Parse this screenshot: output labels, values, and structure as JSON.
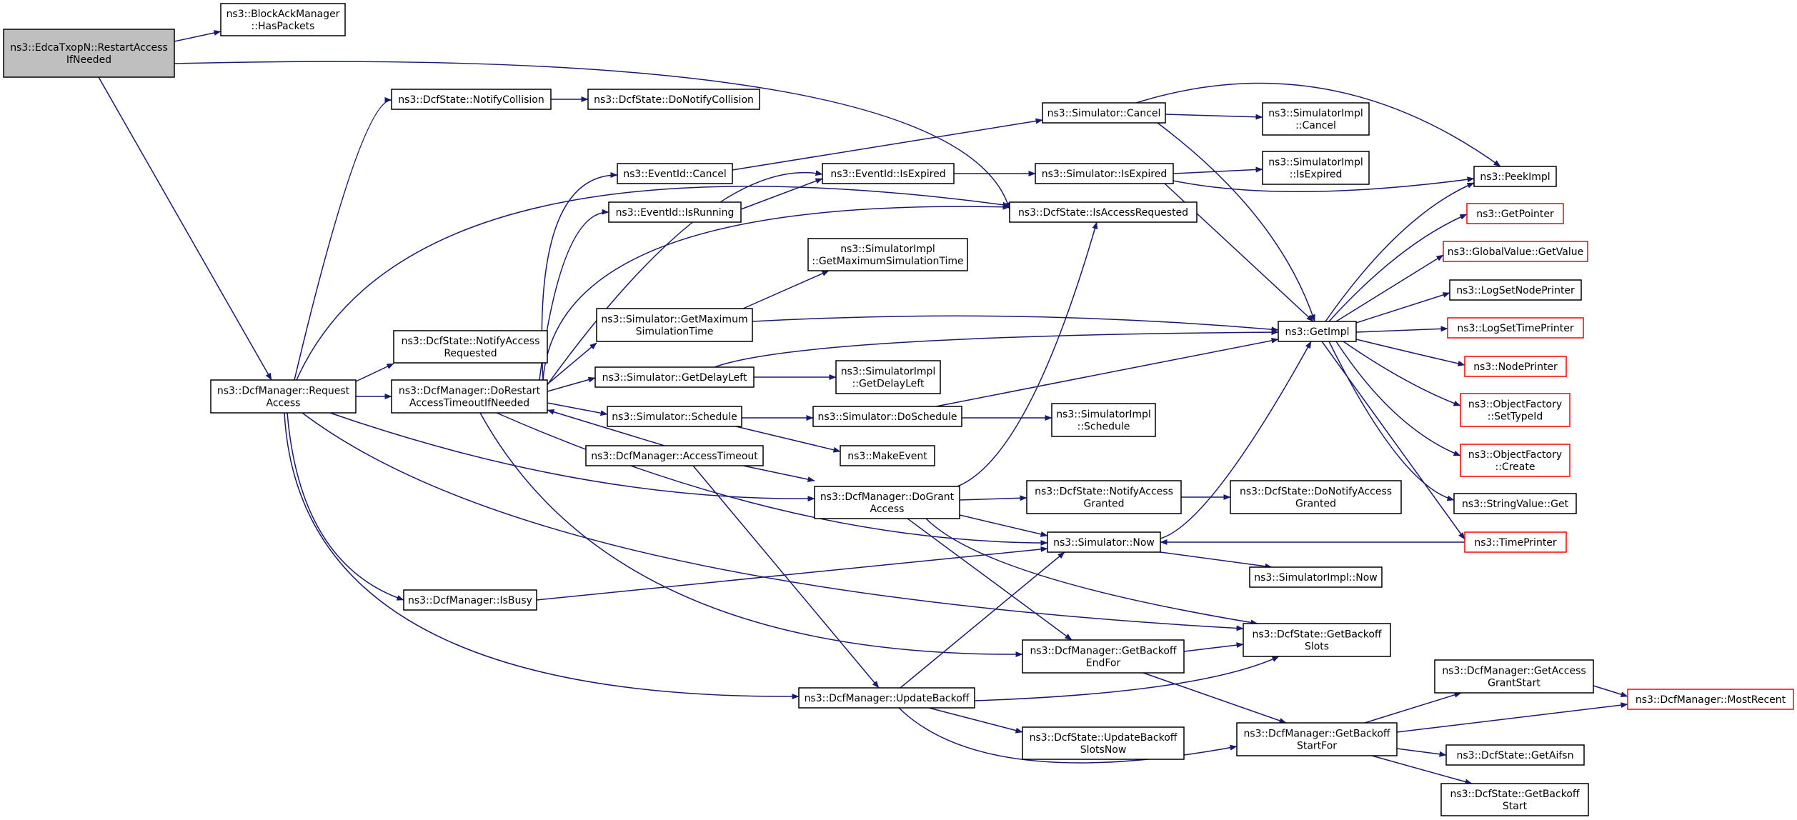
{
  "colors": {
    "edge": "#191970",
    "node_border": "#000000",
    "node_border_truncated": "#ff0000",
    "node_fill": "#ffffff",
    "root_fill": "#bfbfbf"
  },
  "graph": {
    "root": "restart",
    "nodes": [
      {
        "id": "restart",
        "lines": [
          "ns3::EdcaTxopN::RestartAccess",
          "IfNeeded"
        ],
        "root": true
      },
      {
        "id": "hasPackets",
        "lines": [
          "ns3::BlockAckManager",
          "::HasPackets"
        ]
      },
      {
        "id": "reqAccess",
        "lines": [
          "ns3::DcfManager::Request",
          "Access"
        ]
      },
      {
        "id": "notifyColl",
        "lines": [
          "ns3::DcfState::NotifyCollision"
        ]
      },
      {
        "id": "doNotifyColl",
        "lines": [
          "ns3::DcfState::DoNotifyCollision"
        ]
      },
      {
        "id": "isAccessReq",
        "lines": [
          "ns3::DcfState::IsAccessRequested"
        ]
      },
      {
        "id": "notifyAccessReq",
        "lines": [
          "ns3::DcfState::NotifyAccess",
          "Requested"
        ]
      },
      {
        "id": "doRestart",
        "lines": [
          "ns3::DcfManager::DoRestart",
          "AccessTimeoutIfNeeded"
        ]
      },
      {
        "id": "doGrant",
        "lines": [
          "ns3::DcfManager::DoGrant",
          "Access"
        ]
      },
      {
        "id": "isBusy",
        "lines": [
          "ns3::DcfManager::IsBusy"
        ]
      },
      {
        "id": "getBackoffSlots",
        "lines": [
          "ns3::DcfState::GetBackoff",
          "Slots"
        ]
      },
      {
        "id": "updateBackoff",
        "lines": [
          "ns3::DcfManager::UpdateBackoff"
        ]
      },
      {
        "id": "evCancel",
        "lines": [
          "ns3::EventId::Cancel"
        ]
      },
      {
        "id": "evIsRunning",
        "lines": [
          "ns3::EventId::IsRunning"
        ]
      },
      {
        "id": "evIsExpired",
        "lines": [
          "ns3::EventId::IsExpired"
        ]
      },
      {
        "id": "simGetMax",
        "lines": [
          "ns3::Simulator::GetMaximum",
          "SimulationTime"
        ]
      },
      {
        "id": "simGetDelay",
        "lines": [
          "ns3::Simulator::GetDelayLeft"
        ]
      },
      {
        "id": "simSchedule",
        "lines": [
          "ns3::Simulator::Schedule"
        ]
      },
      {
        "id": "accessTimeout",
        "lines": [
          "ns3::DcfManager::AccessTimeout"
        ]
      },
      {
        "id": "simNow",
        "lines": [
          "ns3::Simulator::Now"
        ]
      },
      {
        "id": "getBackoffEndFor",
        "lines": [
          "ns3::DcfManager::GetBackoff",
          "EndFor"
        ]
      },
      {
        "id": "simCancel",
        "lines": [
          "ns3::Simulator::Cancel"
        ]
      },
      {
        "id": "simIsExpired",
        "lines": [
          "ns3::Simulator::IsExpired"
        ]
      },
      {
        "id": "implGetMax",
        "lines": [
          "ns3::SimulatorImpl",
          "::GetMaximumSimulationTime"
        ]
      },
      {
        "id": "implGetDelay",
        "lines": [
          "ns3::SimulatorImpl",
          "::GetDelayLeft"
        ]
      },
      {
        "id": "simDoSchedule",
        "lines": [
          "ns3::Simulator::DoSchedule"
        ]
      },
      {
        "id": "makeEvent",
        "lines": [
          "ns3::MakeEvent"
        ]
      },
      {
        "id": "notifyAccessGranted",
        "lines": [
          "ns3::DcfState::NotifyAccess",
          "Granted"
        ]
      },
      {
        "id": "implNow",
        "lines": [
          "ns3::SimulatorImpl::Now"
        ]
      },
      {
        "id": "getBackoffStartFor",
        "lines": [
          "ns3::DcfManager::GetBackoff",
          "StartFor"
        ]
      },
      {
        "id": "updateBackoffSlotsNow",
        "lines": [
          "ns3::DcfState::UpdateBackoff",
          "SlotsNow"
        ]
      },
      {
        "id": "implCancel",
        "lines": [
          "ns3::SimulatorImpl",
          "::Cancel"
        ]
      },
      {
        "id": "implIsExpired",
        "lines": [
          "ns3::SimulatorImpl",
          "::IsExpired"
        ]
      },
      {
        "id": "getImpl",
        "lines": [
          "ns3::GetImpl"
        ]
      },
      {
        "id": "implSchedule",
        "lines": [
          "ns3::SimulatorImpl",
          "::Schedule"
        ]
      },
      {
        "id": "doNotifyAccessGranted",
        "lines": [
          "ns3::DcfState::DoNotifyAccess",
          "Granted"
        ]
      },
      {
        "id": "getAccessGrantStart",
        "lines": [
          "ns3::DcfManager::GetAccess",
          "GrantStart"
        ]
      },
      {
        "id": "getAifsn",
        "lines": [
          "ns3::DcfState::GetAifsn"
        ]
      },
      {
        "id": "getBackoffStart",
        "lines": [
          "ns3::DcfState::GetBackoff",
          "Start"
        ]
      },
      {
        "id": "peekImpl",
        "lines": [
          "ns3::PeekImpl"
        ]
      },
      {
        "id": "getPointer",
        "lines": [
          "ns3::GetPointer"
        ],
        "truncated": true
      },
      {
        "id": "globalValue",
        "lines": [
          "ns3::GlobalValue::GetValue"
        ],
        "truncated": true
      },
      {
        "id": "logSetNode",
        "lines": [
          "ns3::LogSetNodePrinter"
        ]
      },
      {
        "id": "logSetTime",
        "lines": [
          "ns3::LogSetTimePrinter"
        ],
        "truncated": true
      },
      {
        "id": "nodePrinter",
        "lines": [
          "ns3::NodePrinter"
        ],
        "truncated": true
      },
      {
        "id": "ofSetTypeId",
        "lines": [
          "ns3::ObjectFactory",
          "::SetTypeId"
        ],
        "truncated": true
      },
      {
        "id": "ofCreate",
        "lines": [
          "ns3::ObjectFactory",
          "::Create"
        ],
        "truncated": true
      },
      {
        "id": "stringValueGet",
        "lines": [
          "ns3::StringValue::Get"
        ]
      },
      {
        "id": "timePrinter",
        "lines": [
          "ns3::TimePrinter"
        ],
        "truncated": true
      },
      {
        "id": "mostRecent",
        "lines": [
          "ns3::DcfManager::MostRecent"
        ],
        "truncated": true
      }
    ],
    "edges": [
      {
        "from": "restart",
        "to": "hasPackets"
      },
      {
        "from": "restart",
        "to": "isAccessReq"
      },
      {
        "from": "restart",
        "to": "reqAccess"
      },
      {
        "from": "reqAccess",
        "to": "notifyColl"
      },
      {
        "from": "reqAccess",
        "to": "isAccessReq"
      },
      {
        "from": "reqAccess",
        "to": "notifyAccessReq"
      },
      {
        "from": "reqAccess",
        "to": "doRestart"
      },
      {
        "from": "reqAccess",
        "to": "doGrant"
      },
      {
        "from": "reqAccess",
        "to": "isBusy"
      },
      {
        "from": "reqAccess",
        "to": "getBackoffSlots"
      },
      {
        "from": "reqAccess",
        "to": "updateBackoff"
      },
      {
        "from": "notifyColl",
        "to": "doNotifyColl"
      },
      {
        "from": "doRestart",
        "to": "evCancel"
      },
      {
        "from": "doRestart",
        "to": "evIsRunning"
      },
      {
        "from": "doRestart",
        "to": "evIsExpired"
      },
      {
        "from": "doRestart",
        "to": "isAccessReq"
      },
      {
        "from": "doRestart",
        "to": "simGetMax"
      },
      {
        "from": "doRestart",
        "to": "simGetDelay"
      },
      {
        "from": "doRestart",
        "to": "simSchedule"
      },
      {
        "from": "doRestart",
        "to": "simNow"
      },
      {
        "from": "doRestart",
        "to": "getBackoffEndFor"
      },
      {
        "from": "accessTimeout",
        "to": "doRestart"
      },
      {
        "from": "accessTimeout",
        "to": "doGrant"
      },
      {
        "from": "accessTimeout",
        "to": "updateBackoff"
      },
      {
        "from": "evCancel",
        "to": "simCancel"
      },
      {
        "from": "evIsRunning",
        "to": "evIsExpired"
      },
      {
        "from": "evIsExpired",
        "to": "simIsExpired"
      },
      {
        "from": "simGetMax",
        "to": "implGetMax"
      },
      {
        "from": "simGetMax",
        "to": "getImpl"
      },
      {
        "from": "simGetDelay",
        "to": "implGetDelay"
      },
      {
        "from": "simGetDelay",
        "to": "getImpl"
      },
      {
        "from": "simSchedule",
        "to": "simDoSchedule"
      },
      {
        "from": "simSchedule",
        "to": "makeEvent"
      },
      {
        "from": "simDoSchedule",
        "to": "implSchedule"
      },
      {
        "from": "simDoSchedule",
        "to": "getImpl"
      },
      {
        "from": "doGrant",
        "to": "isAccessReq"
      },
      {
        "from": "doGrant",
        "to": "notifyAccessGranted"
      },
      {
        "from": "doGrant",
        "to": "simNow"
      },
      {
        "from": "doGrant",
        "to": "getBackoffSlots"
      },
      {
        "from": "doGrant",
        "to": "getBackoffEndFor"
      },
      {
        "from": "isBusy",
        "to": "simNow"
      },
      {
        "from": "updateBackoff",
        "to": "simNow"
      },
      {
        "from": "updateBackoff",
        "to": "getBackoffSlots"
      },
      {
        "from": "updateBackoff",
        "to": "updateBackoffSlotsNow"
      },
      {
        "from": "updateBackoff",
        "to": "getBackoffStartFor"
      },
      {
        "from": "simCancel",
        "to": "implCancel"
      },
      {
        "from": "simCancel",
        "to": "peekImpl"
      },
      {
        "from": "simCancel",
        "to": "getImpl"
      },
      {
        "from": "simIsExpired",
        "to": "implIsExpired"
      },
      {
        "from": "simIsExpired",
        "to": "peekImpl"
      },
      {
        "from": "simIsExpired",
        "to": "getImpl"
      },
      {
        "from": "notifyAccessGranted",
        "to": "doNotifyAccessGranted"
      },
      {
        "from": "simNow",
        "to": "implNow"
      },
      {
        "from": "simNow",
        "to": "getImpl"
      },
      {
        "from": "getBackoffEndFor",
        "to": "getBackoffSlots"
      },
      {
        "from": "getBackoffEndFor",
        "to": "getBackoffStartFor"
      },
      {
        "from": "getBackoffStartFor",
        "to": "getAccessGrantStart"
      },
      {
        "from": "getBackoffStartFor",
        "to": "mostRecent"
      },
      {
        "from": "getBackoffStartFor",
        "to": "getAifsn"
      },
      {
        "from": "getBackoffStartFor",
        "to": "getBackoffStart"
      },
      {
        "from": "getAccessGrantStart",
        "to": "mostRecent"
      },
      {
        "from": "getImpl",
        "to": "peekImpl"
      },
      {
        "from": "getImpl",
        "to": "getPointer"
      },
      {
        "from": "getImpl",
        "to": "globalValue"
      },
      {
        "from": "getImpl",
        "to": "logSetNode"
      },
      {
        "from": "getImpl",
        "to": "logSetTime"
      },
      {
        "from": "getImpl",
        "to": "nodePrinter"
      },
      {
        "from": "getImpl",
        "to": "ofSetTypeId"
      },
      {
        "from": "getImpl",
        "to": "ofCreate"
      },
      {
        "from": "getImpl",
        "to": "stringValueGet"
      },
      {
        "from": "getImpl",
        "to": "timePrinter"
      },
      {
        "from": "timePrinter",
        "to": "simNow"
      }
    ]
  }
}
